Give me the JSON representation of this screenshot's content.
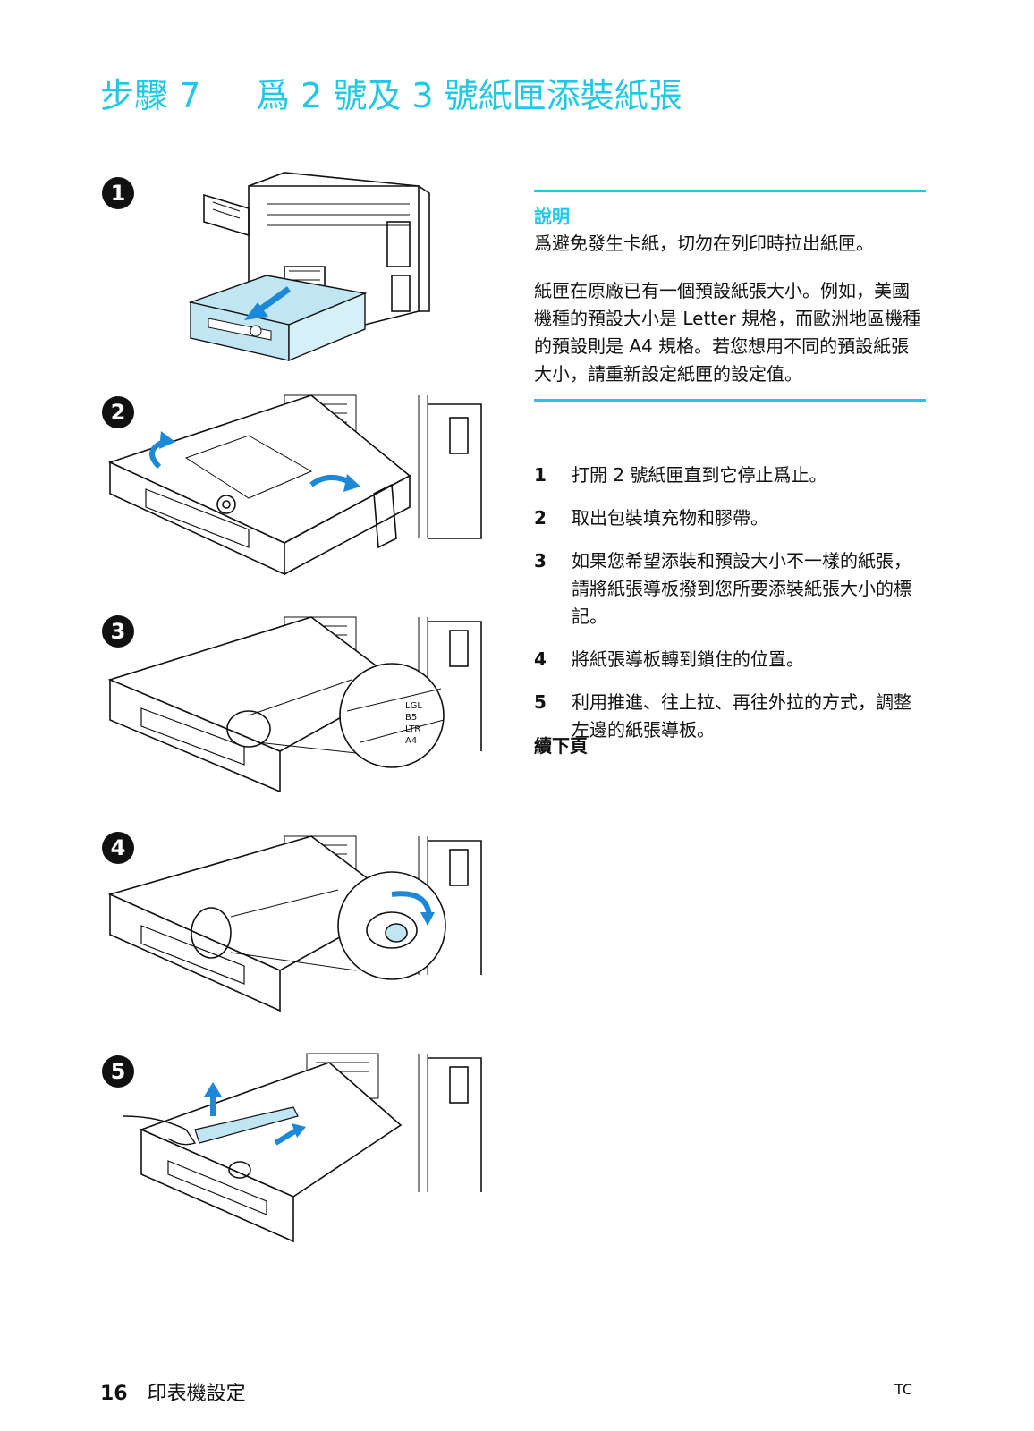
{
  "header": {
    "step_label": "步驟 7",
    "title": "爲 2 號及 3 號紙匣添裝紙張"
  },
  "figures": [
    {
      "number": "1",
      "icon": "printer-tray-pull-out-illustration"
    },
    {
      "number": "2",
      "icon": "remove-packing-tape-illustration"
    },
    {
      "number": "3",
      "icon": "paper-guide-size-marks-illustration"
    },
    {
      "number": "4",
      "icon": "guide-lock-rotate-illustration"
    },
    {
      "number": "5",
      "icon": "adjust-left-guide-illustration"
    }
  ],
  "note": {
    "heading": "說明",
    "paragraph1": "爲避免發生卡紙，切勿在列印時拉出紙匣。",
    "paragraph2": "紙匣在原廠已有一個預設紙張大小。例如，美國機種的預設大小是 Letter 規格，而歐洲地區機種的預設則是 A4 規格。若您想用不同的預設紙張大小，請重新設定紙匣的設定值。"
  },
  "steps": [
    {
      "n": "1",
      "text": "打開 2 號紙匣直到它停止爲止。"
    },
    {
      "n": "2",
      "text": "取出包裝填充物和膠帶。"
    },
    {
      "n": "3",
      "text": "如果您希望添裝和預設大小不一樣的紙張，請將紙張導板撥到您所要添裝紙張大小的標記。"
    },
    {
      "n": "4",
      "text": "將紙張導板轉到鎖住的位置。"
    },
    {
      "n": "5",
      "text": "利用推進、往上拉、再往外拉的方式，調整左邊的紙張導板。"
    }
  ],
  "continued": "續下頁",
  "footer": {
    "page_number": "16",
    "section": "印表機設定",
    "lang_code": "TC"
  },
  "dial_labels": [
    "LGL",
    "B5",
    "LTR",
    "A4"
  ],
  "colors": {
    "accent": "#1ec8e6",
    "tray_fill": "#bfe6f2",
    "arrow": "#1e88d8",
    "ink": "#111111"
  }
}
